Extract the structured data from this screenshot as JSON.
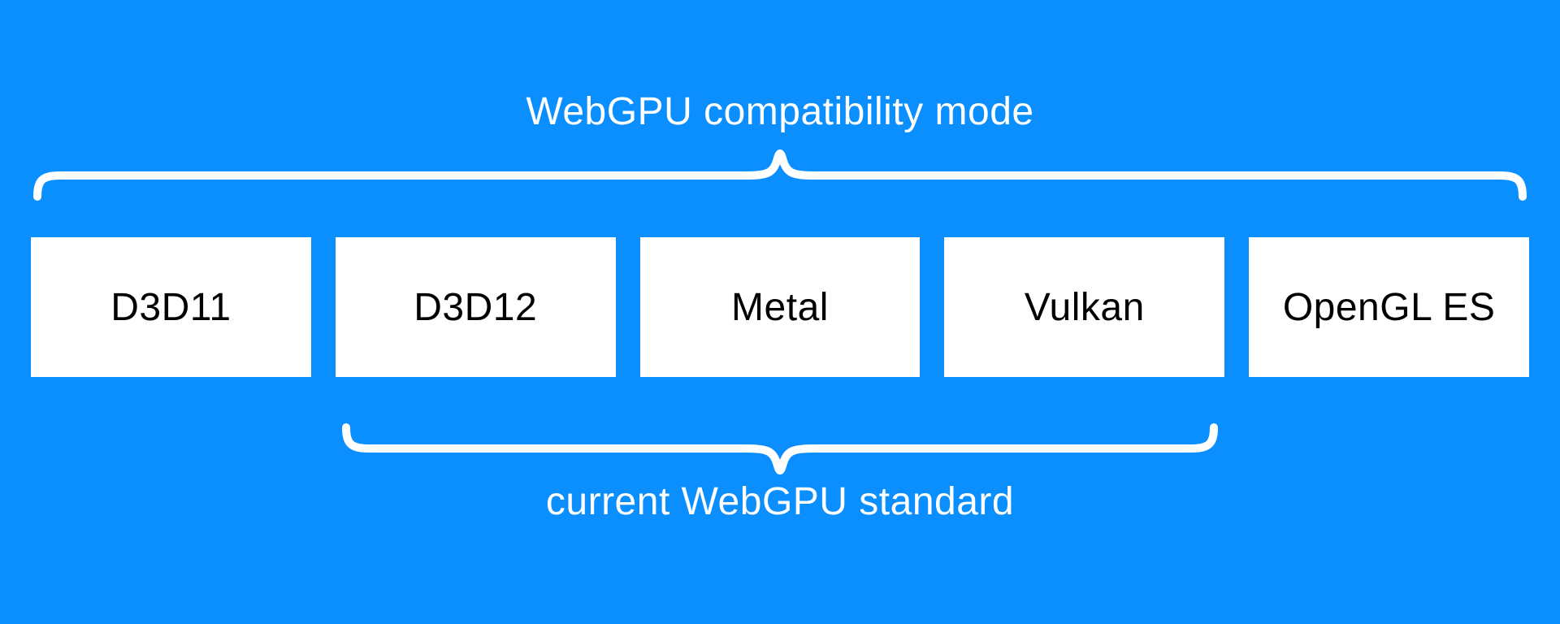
{
  "labels": {
    "top": "WebGPU compatibility mode",
    "bottom": "current WebGPU standard"
  },
  "boxes": [
    {
      "label": "D3D11"
    },
    {
      "label": "D3D12"
    },
    {
      "label": "Metal"
    },
    {
      "label": "Vulkan"
    },
    {
      "label": "OpenGL ES"
    }
  ],
  "colors": {
    "bg": "#0b8fff",
    "box-bg": "#ffffff",
    "box-text": "#000000",
    "label-text": "#ffffff",
    "brace": "#ffffff"
  }
}
